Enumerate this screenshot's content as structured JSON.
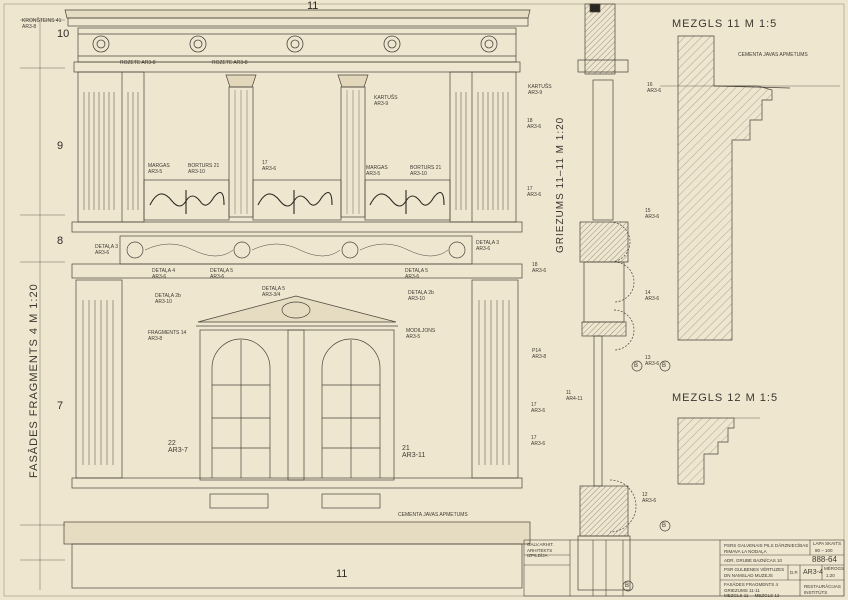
{
  "titles": {
    "facade": "FASĀDES  FRAGMENTS  4    M 1:20",
    "section": "GRIEZUMS  11–11  M 1:20",
    "node11": "MEZGLS  11   M 1:5",
    "node12": "MEZGLS  12   M 1:5"
  },
  "section_marks": [
    "10",
    "9",
    "8",
    "7",
    "11",
    "11"
  ],
  "labels": {
    "bracket": "KRONŠTEINS 41\nAR3-8",
    "rosette1": "ROZETE  AR3-8",
    "rosette2": "ROZETE  AR3-8",
    "cartouche": "KARTUŠS\nAR3-9",
    "railing_l": "MARGAS\nAR3-5",
    "baluster_l": "BORTURS 21\nAR3-10",
    "railing_r": "MARGAS\nAR3-5",
    "baluster_r": "BORTURS 21\nAR3-10",
    "col17": "17\nAR3-6",
    "d18": "18\nAR3-6",
    "d17": "17\nAR3-6",
    "detail3_l": "DETAĻA 3\nAR3-6",
    "detail3_r": "DETAĻA 3\nAR3-6",
    "detail4": "DETAĻA 4\nAR3-6",
    "detail5_l": "DETAĻA 5\nAR3-6",
    "detail5_r": "DETAĻA 5\nAR3-6",
    "detail2b_l": "DETAĻA 2b\nAR3-10",
    "detail2b_r": "DETAĻA 2b\nAR3-10",
    "detail5_top": "DETAĻA 5\nAR3-3/4",
    "fragment14": "FRAGMENTS 14\nAR3-8",
    "modillion": "MODILJONS\nAR3-5",
    "w22": "22\nAR3-7",
    "w21": "21\nAR3-11",
    "d17b": "17\nAR3-6",
    "d17c": "17\nAR3-6",
    "s16": "16\nAR3-6",
    "s15": "15\nAR3-6",
    "s14": "14\nAR3-6",
    "s13": "13\nAR3-6",
    "s12": "12\nAR3-6",
    "s11": "11\nAR4-11",
    "s18": "18\nAR3-6",
    "p14": "P14\nAR3-8",
    "karts": "KARTUŠS\nAR3-9",
    "cement": "CEMENTA JAVAS APMETUMS",
    "circle_b": "B"
  },
  "title_block": {
    "org": "PSRS GALVENAIS PILS DĀRZNIECĪBAS\nRIMAVA LA NODAĻA",
    "sheet_no_label": "LAPA  SKAITS",
    "sheet_no": "80 – 100",
    "address": "ADR. GRUBE BAZNĪCAS  10",
    "project_no": "888-64",
    "object": "PSR GULBENES VĒRTUZES\nDN NAMSLAD MUZEJS",
    "stage": "D.P.",
    "drawing_no": "AR3-4",
    "scale_label": "MĒROGS",
    "scale": "1:20",
    "contents": "FASĀDES FRAGMENTS 4\nGRIEZUMS 11-11\nMEZGLS 11     MEZGLS 12",
    "institute": "RESTAURĀCIJAS\nINSTITŪTS",
    "roles": "GALV.ARHIT.\nARHITEKTS\nIZPILDĪJA"
  }
}
